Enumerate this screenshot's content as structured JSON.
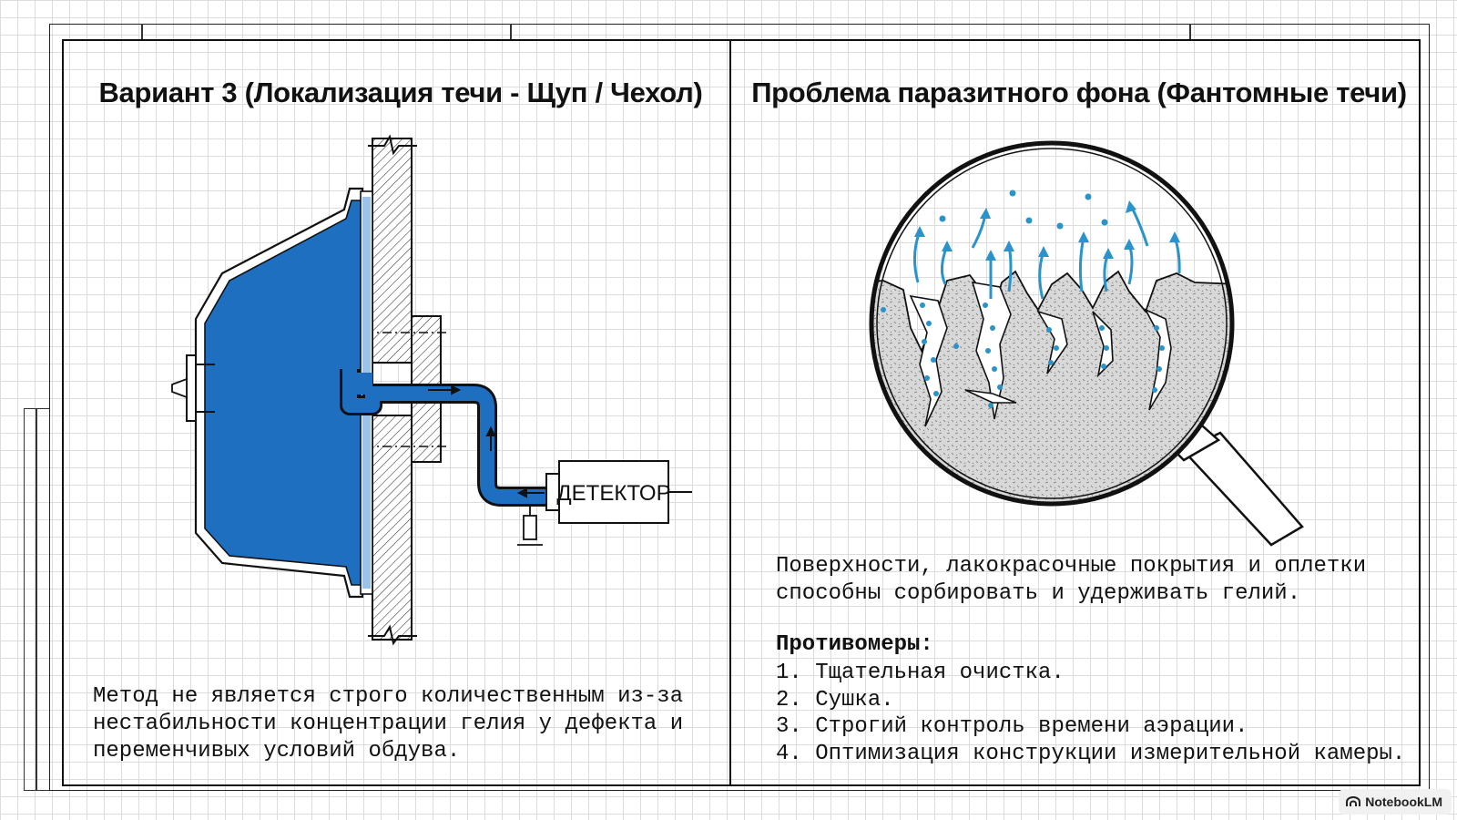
{
  "left_panel": {
    "title": "Вариант 3 (Локализация течи - Щуп / Чехол)",
    "detector_label": "ДЕТЕКТОР",
    "note_lines": [
      "Метод не является строго количественным из-за",
      "нестабильности концентрации гелия у дефекта и",
      "переменчивых условий обдува."
    ]
  },
  "right_panel": {
    "title": "Проблема паразитного фона (Фантомные течи)",
    "note_lines": [
      "Поверхности, лакокрасочные покрытия и оплетки",
      "способны сорбировать и удерживать гелий."
    ],
    "countermeasures_title": "Противомеры:",
    "countermeasures": [
      "1. Тщательная очистка.",
      "2. Сушка.",
      "3. Строгий контроль времени аэрации.",
      "4. Оптимизация конструкции измерительной камеры."
    ]
  },
  "badge": {
    "label": "NotebookLM",
    "icon": "notebooklm-logo-icon"
  },
  "colors": {
    "helium_fill": "#1f6fc1",
    "particle": "#2a93c9",
    "ink": "#111111"
  }
}
